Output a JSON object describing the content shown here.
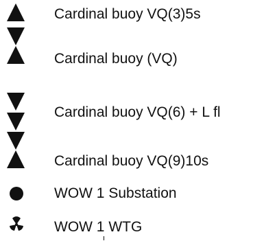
{
  "legend": {
    "symbol_color": "#111111",
    "entries": [
      {
        "symbol": "cardinal-vq3-icon",
        "label": "Cardinal buoy VQ(3)5s"
      },
      {
        "symbol": "cardinal-vq-icon",
        "label": "Cardinal buoy (VQ)"
      },
      {
        "symbol": "cardinal-vq6-lfl-icon",
        "label": "Cardinal buoy VQ(6) + L fl"
      },
      {
        "symbol": "cardinal-vq9-icon",
        "label": "Cardinal buoy VQ(9)10s"
      },
      {
        "symbol": "substation-dot-icon",
        "label": "WOW 1 Substation"
      },
      {
        "symbol": "wtg-trefoil-icon",
        "label": "WOW 1 WTG"
      }
    ]
  }
}
